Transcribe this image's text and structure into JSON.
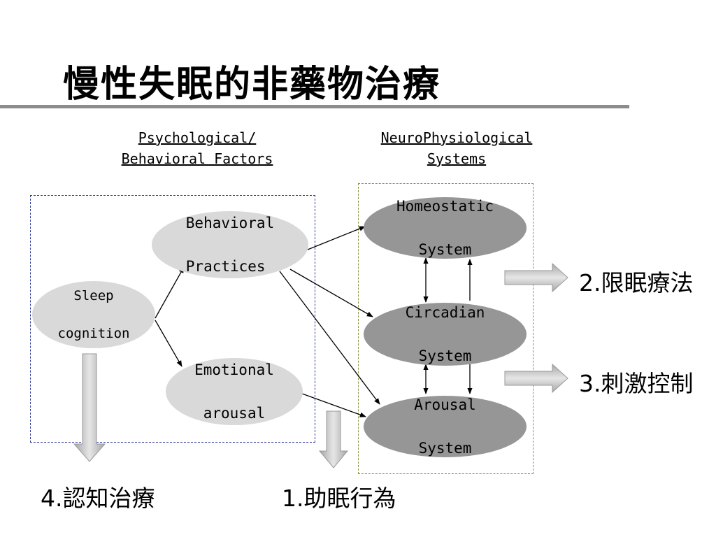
{
  "title": "慢性失眠的非藥物治療",
  "headers": {
    "psych": {
      "line1": "Psychological/",
      "line2": "Behavioral Factors"
    },
    "neuro": {
      "line1": "NeuroPhysiological",
      "line2": "Systems"
    }
  },
  "nodes": {
    "sleep_cognition": {
      "line1": "Sleep",
      "line2": "cognition"
    },
    "behavioral_practices": {
      "line1": "Behavioral",
      "line2": "Practices"
    },
    "emotional_arousal": {
      "line1": "Emotional",
      "line2": "arousal"
    },
    "homeostatic_system": {
      "line1": "Homeostatic",
      "line2": "System"
    },
    "circadian_system": {
      "line1": "Circadian",
      "line2": "System"
    },
    "arousal_system": {
      "line1": "Arousal",
      "line2": "System"
    }
  },
  "treatments": {
    "t1": "1.助眠行為",
    "t2": "2.限眠療法",
    "t3": "3.刺激控制",
    "t4": "4.認知治療"
  },
  "colors": {
    "node_light": "#d9d9d9",
    "node_dark": "#969696",
    "left_box_border": "#2f3b9a",
    "right_box_border": "#8a9440",
    "rule": "#8c8c8c"
  }
}
